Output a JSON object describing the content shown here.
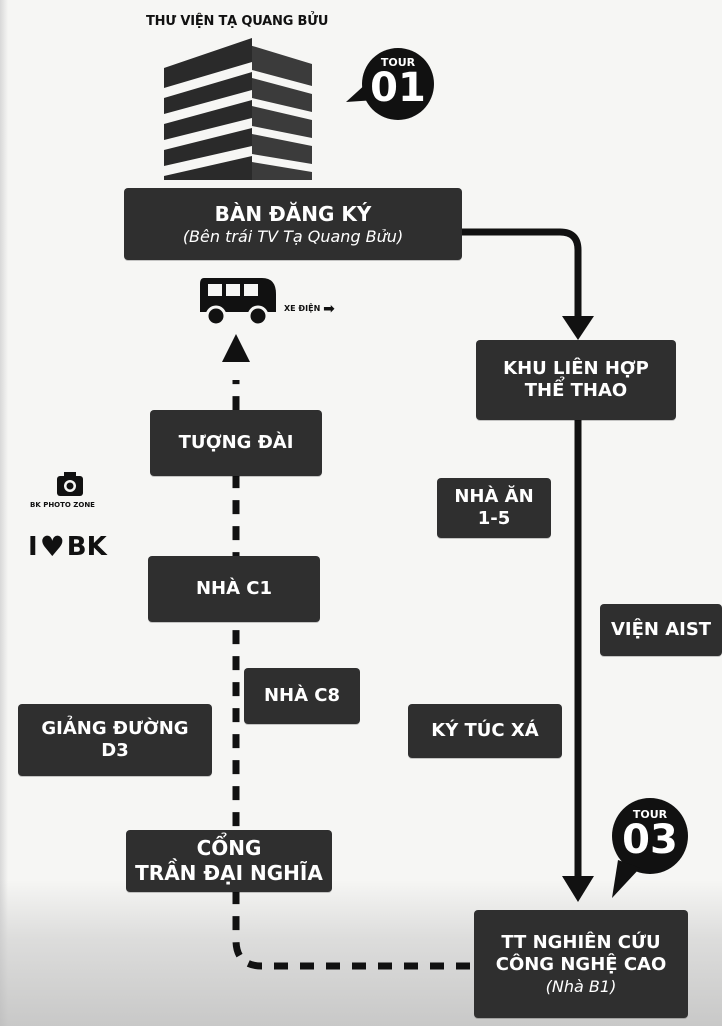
{
  "header": {
    "library_name": "THƯ VIỆN TẠ QUANG BỬU"
  },
  "tour01": {
    "word": "TOUR",
    "number": "01"
  },
  "tour03": {
    "word": "TOUR",
    "number": "03"
  },
  "registration": {
    "title": "BÀN ĐĂNG KÝ",
    "subtitle": "(Bên trái TV Tạ Quang Bửu)"
  },
  "bus": {
    "label": "XE ĐIỆN"
  },
  "photo_zone": {
    "label": "BK PHOTO ZONE",
    "love_prefix": "I",
    "love_suffix": "BK"
  },
  "stops": {
    "sports_complex": [
      "KHU LIÊN HỢP",
      "THỂ THAO"
    ],
    "monument": "TƯỢNG ĐÀI",
    "canteen": [
      "NHÀ ĂN",
      "1-5"
    ],
    "building_c1": "NHÀ C1",
    "aist": "VIỆN AIST",
    "building_c8": "NHÀ C8",
    "lecture_hall": [
      "GIẢNG ĐƯỜNG",
      "D3"
    ],
    "dormitory": "KÝ TÚC XÁ",
    "gate": [
      "CỔNG",
      "TRẦN ĐẠI NGHĨA"
    ],
    "research_center": [
      "TT  NGHIÊN CỨU",
      "CÔNG NGHỆ CAO",
      "(Nhà B1)"
    ]
  },
  "colors": {
    "box": "#2f2f2f",
    "ink": "#111111",
    "text": "#ffffff"
  }
}
